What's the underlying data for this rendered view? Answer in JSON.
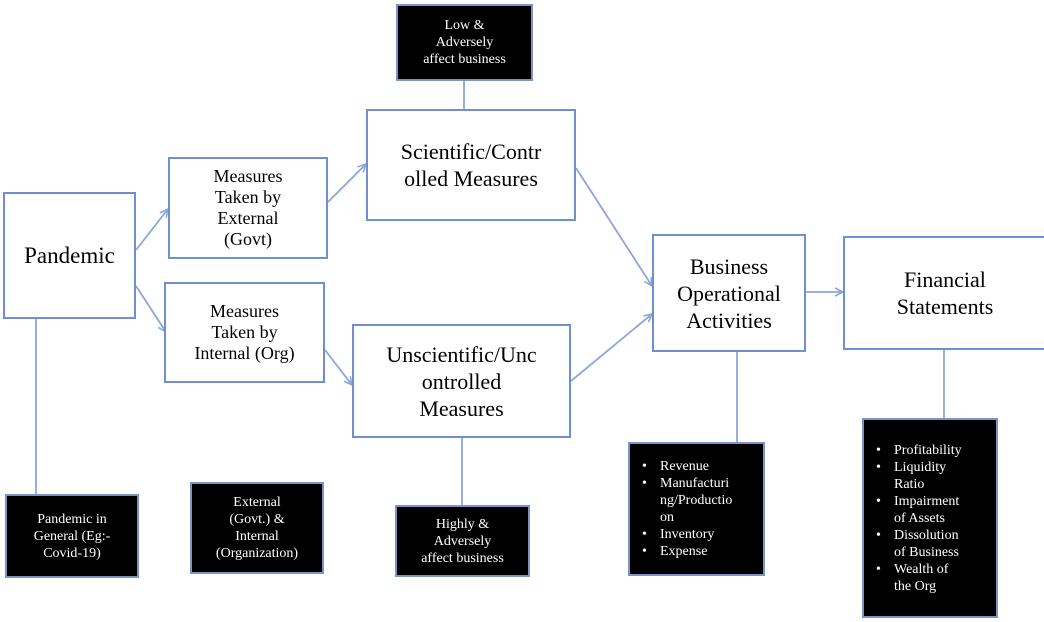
{
  "nodes": {
    "pandemic": "Pandemic",
    "external_measures": "Measures\nTaken by\nExternal\n(Govt)",
    "internal_measures": "Measures\nTaken by\nInternal (Org)",
    "scientific": "Scientific/Contr\nolled Measures",
    "unscientific": "Unscientific/Unc\nontrolled\nMeasures",
    "business": "Business\nOperational\nActivities",
    "financial": "Financial\nStatements"
  },
  "notes": {
    "low_adverse": "Low &\nAdversely\naffect business",
    "pandemic_general": "Pandemic in\nGeneral (Eg:-\nCovid-19)",
    "external_internal": "External\n(Govt.) &\nInternal\n(Organization)",
    "highly_adverse": "Highly &\nAdversely\naffect business",
    "business_items": [
      "Revenue",
      "Manufacturi\nng/Productio\non",
      "Inventory",
      "Expense"
    ],
    "financial_items": [
      "Profitability",
      "Liquidity\nRatio",
      "Impairment\nof Assets",
      "Dissolution\nof Business",
      "Wealth of\nthe Org"
    ]
  },
  "bullet": "•",
  "colors": {
    "border": "#6f8fcf",
    "note_bg": "#000000",
    "note_text": "#ffffff",
    "connector": "#8aa6dc"
  }
}
